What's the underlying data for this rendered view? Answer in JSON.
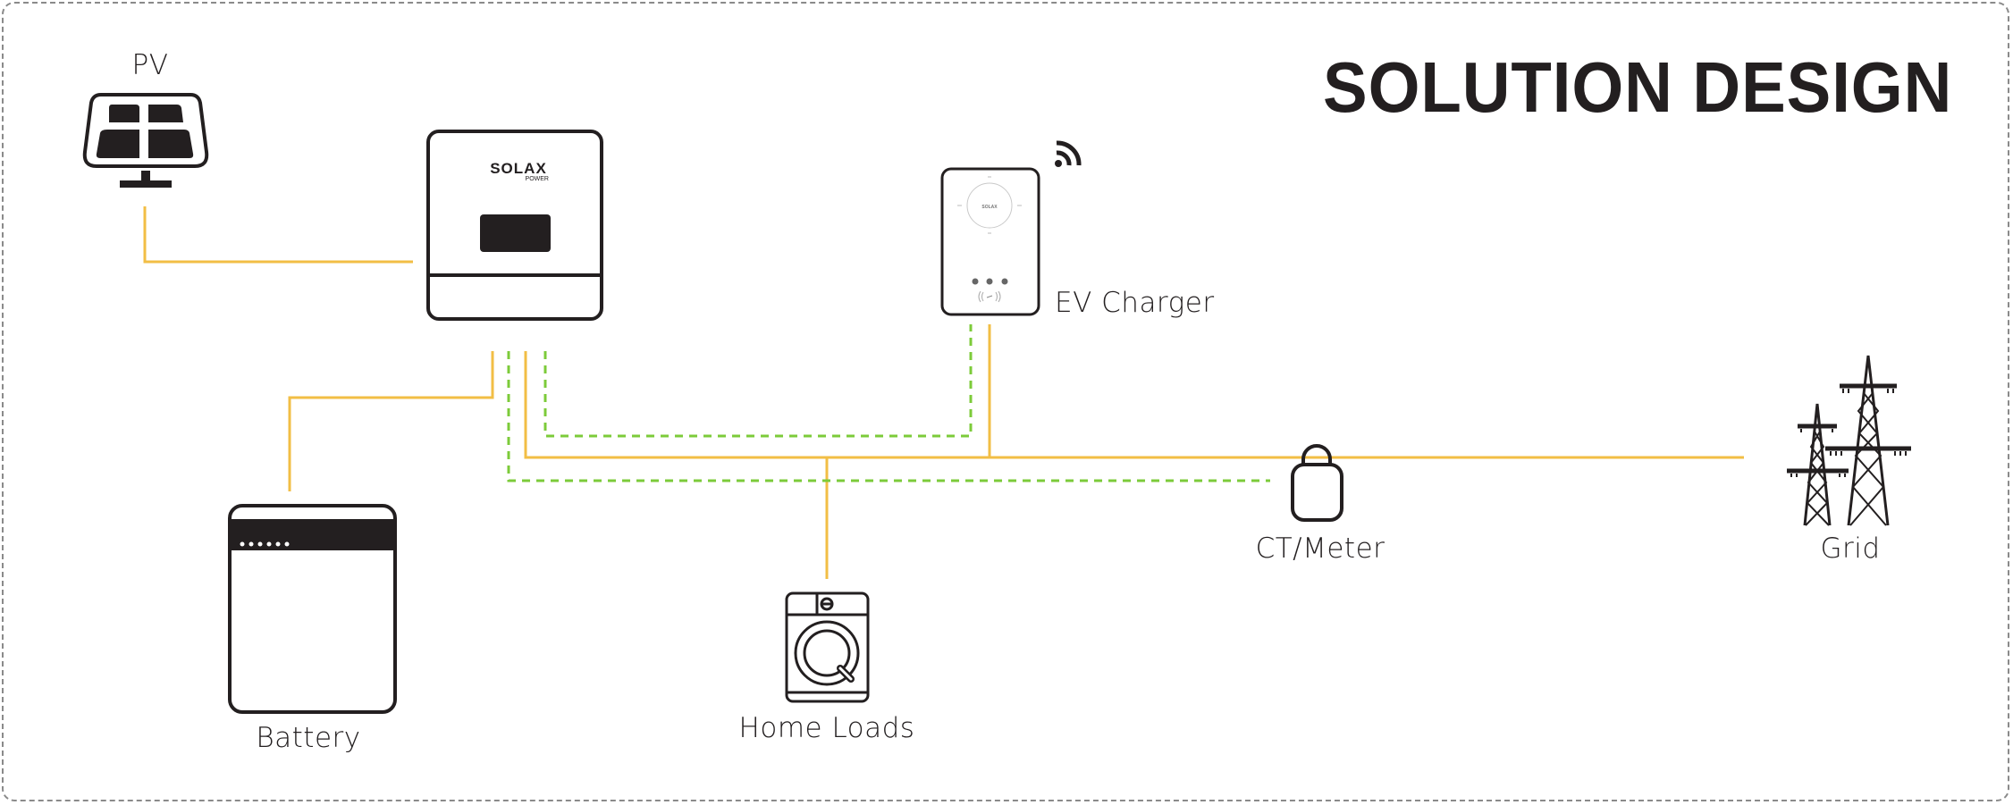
{
  "title": "SOLUTION DESIGN",
  "colors": {
    "ac_line": "#F2BE45",
    "comm_line": "#7CCB3A",
    "icon": "#231f20",
    "frame": "#8a8a8a"
  },
  "components": {
    "pv": {
      "label": "PV",
      "icon": "solar-panel-icon"
    },
    "inverter": {
      "brand": "SOLAX",
      "sub_brand": "POWER",
      "icon": "inverter-icon"
    },
    "ev_charger": {
      "label": "EV Charger",
      "brand": "SOLAX",
      "icon": "ev-charger-icon",
      "status_icon": "wifi-icon"
    },
    "battery": {
      "label": "Battery",
      "icon": "battery-icon"
    },
    "home_loads": {
      "label": "Home Loads",
      "icon": "washing-machine-icon"
    },
    "ct_meter": {
      "label": "CT/Meter",
      "icon": "ct-clamp-icon"
    },
    "grid": {
      "label": "Grid",
      "icon": "power-tower-icon"
    }
  },
  "connections": [
    {
      "from": "pv",
      "to": "inverter",
      "type": "power"
    },
    {
      "from": "inverter",
      "to": "battery",
      "type": "power"
    },
    {
      "from": "inverter",
      "to": "grid",
      "type": "power"
    },
    {
      "from": "ev_charger",
      "to": "grid",
      "type": "power"
    },
    {
      "from": "home_loads",
      "to": "grid",
      "type": "power"
    },
    {
      "from": "inverter",
      "to": "ev_charger",
      "type": "communication"
    },
    {
      "from": "inverter",
      "to": "ct_meter",
      "type": "communication"
    }
  ]
}
